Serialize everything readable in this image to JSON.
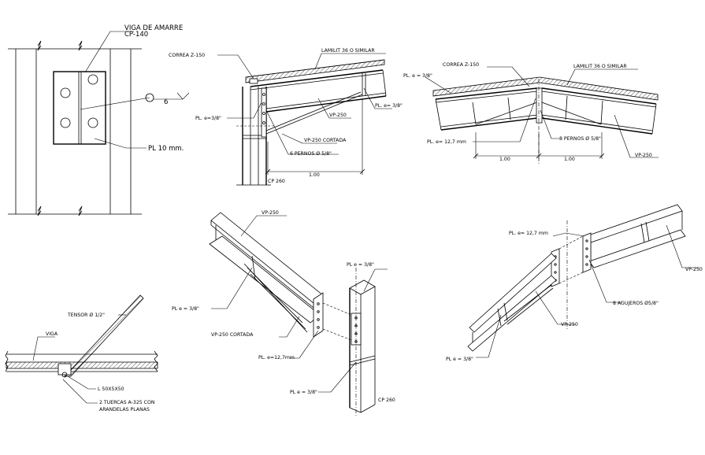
{
  "labels": {
    "viga_amarre_1": "VIGA DE AMARRE",
    "viga_amarre_2": "CP-140",
    "weld_size": "6",
    "pl10": "PL 10 mm.",
    "correa_z150_a": "CORREA Z-150",
    "lamilit_a": "LAMILIT 36  O SIMILAR",
    "pl_38_a": "PL. e=3/8\"",
    "pl_38_b": "PL. e= 3/8\"",
    "vp250_a": "VP-250",
    "vp250_cortada_a": "VP-250 CORTADA",
    "pernos_6": "6 PERNOS Ø 5/8\"",
    "dim_100_a": "1.00",
    "cp260_a": "CP 260",
    "pl_38_c": "PL. e = 3/8\"",
    "correa_z150_b": "CORREA Z-150",
    "lamilit_b": "LAMILIT 36  O SIMILAR",
    "pl_127_a": "PL. e= 12,7 mm",
    "pernos_8": "8 PERNOS Ø 5/8\"",
    "dim_100_b": "1.00",
    "dim_100_c": "1.00",
    "vp250_b": "VP-250",
    "vp250_c": "VP-250",
    "pl_38_d": "PL e = 3/8\"",
    "pl_38_e": "PL e = 3/8\"",
    "vp250_cortada_b": "VP-250 CORTADA",
    "pl_127_b": "PL. e=12,7mm",
    "pl_38_f": "PL e = 3/8\"",
    "cp260_b": "CP 260",
    "pl_127_c": "PL. e= 12,7 mm",
    "vp250_d": "VP-250",
    "agujeros_8": "8 AGUJEROS Ø5/8\"",
    "vp250_e": "VP-250",
    "pl_38_g": "PL e = 3/8\"",
    "tensor": "TENSOR Ø 1/2\"",
    "viga": "VIGA",
    "angulo": "L 50X5X50",
    "tuercas_1": "2 TUERCAS A-325 CON",
    "tuercas_2": "ARANDELAS PLANAS"
  }
}
